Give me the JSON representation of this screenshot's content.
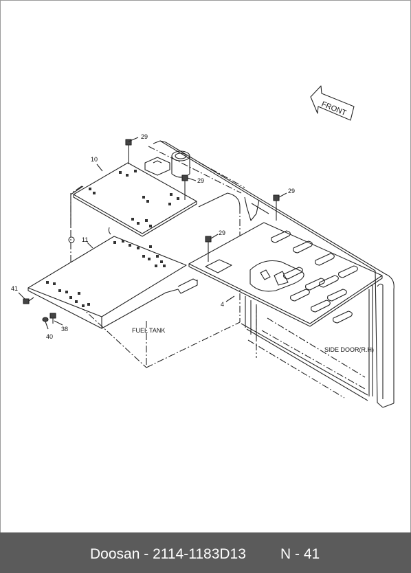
{
  "diagram": {
    "direction_label": "FRONT",
    "labels": {
      "fuel_tank": "FUEL TANK",
      "side_door": "SIDE DOOR(R.H)"
    },
    "callouts": {
      "c29a": "29",
      "c29b": "29",
      "c29c": "29",
      "c29d": "29",
      "c10": "10",
      "c11": "11",
      "c4": "4",
      "c41": "41",
      "c40": "40",
      "c38": "38"
    }
  },
  "footer": {
    "brand": "Doosan",
    "part_number": "2114-1183D13",
    "page": "N - 41"
  }
}
